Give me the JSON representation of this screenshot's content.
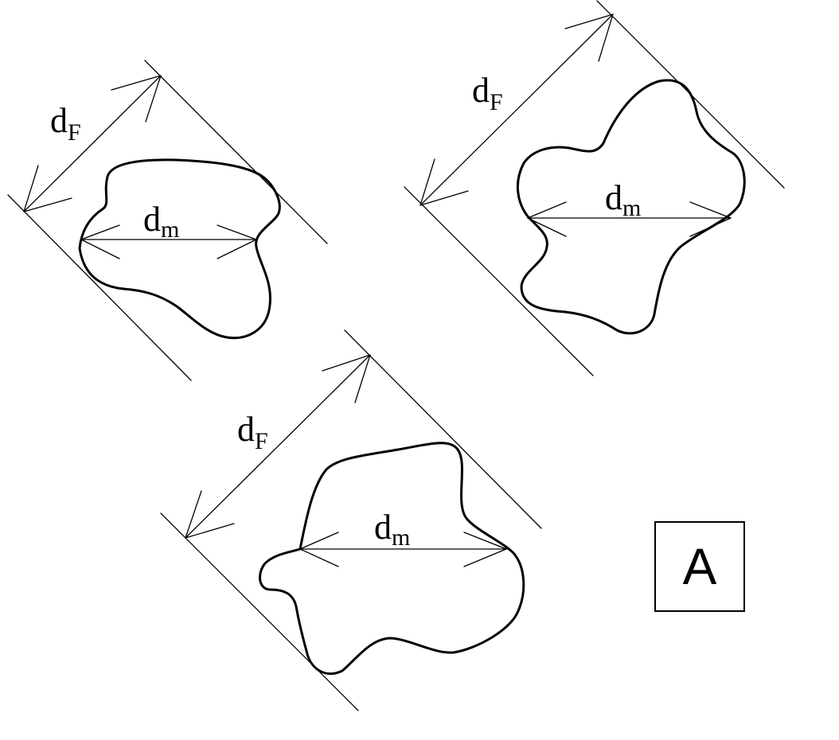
{
  "panel_label": "A",
  "particles": [
    {
      "feret_label": "d",
      "feret_sub": "F",
      "mean_label": "d",
      "mean_sub": "m"
    },
    {
      "feret_label": "d",
      "feret_sub": "F",
      "mean_label": "d",
      "mean_sub": "m"
    },
    {
      "feret_label": "d",
      "feret_sub": "F",
      "mean_label": "d",
      "mean_sub": "m"
    }
  ]
}
